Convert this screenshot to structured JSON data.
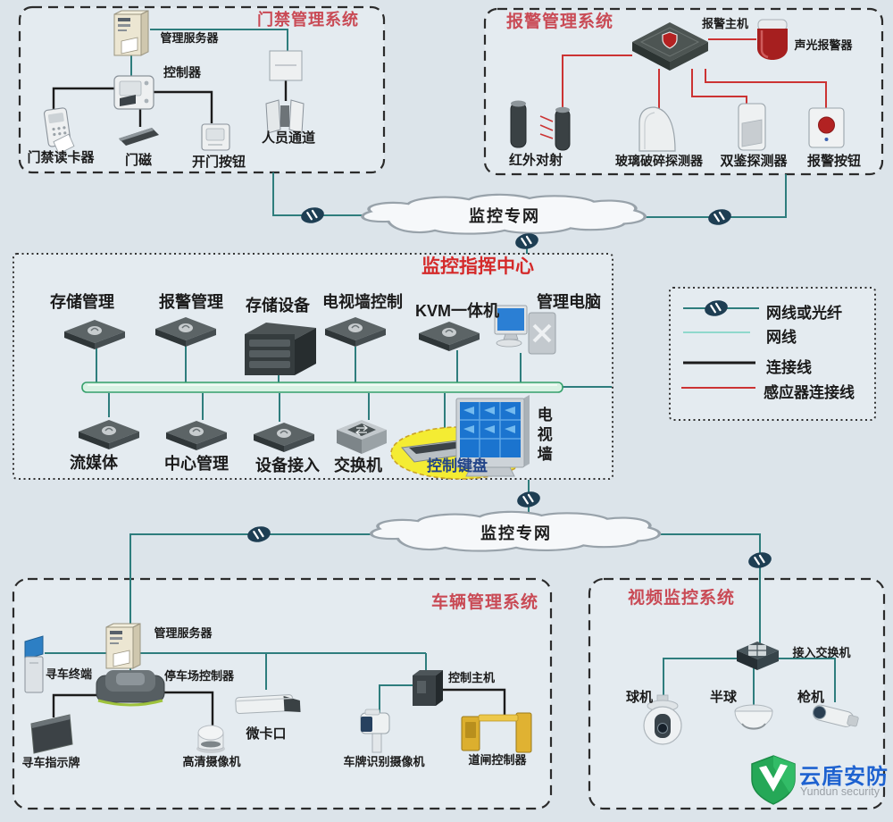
{
  "access": {
    "title": "门禁管理系统",
    "server": "管理服务器",
    "controller": "控制器",
    "reader": "门禁读卡器",
    "magnet": "门磁",
    "open_button": "开门按钮",
    "gate": "人员通道"
  },
  "alarm": {
    "title": "报警管理系统",
    "host": "报警主机",
    "siren": "声光报警器",
    "infrared": "红外对射",
    "glass": "玻璃破碎探测器",
    "dual": "双鉴探测器",
    "panic": "报警按钮"
  },
  "center": {
    "title": "监控指挥中心",
    "storage_mgmt": "存储管理",
    "alarm_mgmt": "报警管理",
    "storage_dev": "存储设备",
    "tvwall_ctrl": "电视墙控制",
    "kvm": "KVM一体机",
    "mgmt_pc": "管理电脑",
    "stream": "流媒体",
    "center_mgmt": "中心管理",
    "device_access": "设备接入",
    "switch": "交换机",
    "keyboard": "控制键盘",
    "tvwall": "电视墙"
  },
  "network": {
    "top_cloud": "监控专网",
    "bottom_cloud": "监控专网"
  },
  "legend": {
    "fiber": "网线或光纤",
    "lan": "网线",
    "link": "连接线",
    "sensor": "感应器连接线"
  },
  "vehicle": {
    "title": "车辆管理系统",
    "server": "管理服务器",
    "kiosk": "寻车终端",
    "parking_ctrl": "停车场控制器",
    "sign": "寻车指示牌",
    "hd_camera": "高清摄像机",
    "mini_checkpoint": "微卡口",
    "lpr_camera": "车牌识别摄像机",
    "ctrl_host": "控制主机",
    "barrier_ctrl": "道闸控制器"
  },
  "video": {
    "title": "视频监控系统",
    "switch": "接入交换机",
    "ptz": "球机",
    "half_dome": "半球",
    "bullet": "枪机"
  },
  "logo": {
    "name": "云盾安防",
    "subtitle": "Yundun security"
  },
  "colors": {
    "accent_red": "#c94a55",
    "line_teal": "#2e7d7d",
    "line_black": "#1b1b1b",
    "line_sensor": "#cc3333",
    "node_fill": "#1e3e53",
    "highlight_yellow": "#f4ec33",
    "logo_blue": "#1e62d0",
    "logo_green": "#25a857"
  }
}
